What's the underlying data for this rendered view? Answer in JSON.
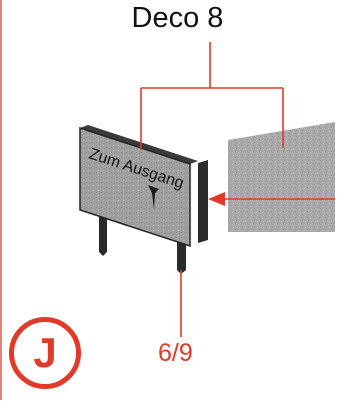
{
  "diagram": {
    "title": "Deco 8",
    "sign_text": "Zum Ausgang",
    "post_label": "6/9",
    "badge_letter": "J",
    "colors": {
      "accent": "#e13a28",
      "left_border": "#e98078",
      "sign_face": "#9a9a9a",
      "sign_frame": "#2b2b2b",
      "panel": "#a7a7a7",
      "leader": "#e13a28"
    }
  }
}
